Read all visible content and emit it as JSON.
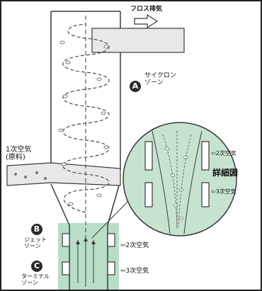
{
  "labels": {
    "flos_exhaust": "フロス排気",
    "zone_a_letter": "A",
    "cyclone_zone": "サイクロン\nゾーン",
    "primary_air": "1次空気\n(原料)",
    "zone_b_letter": "B",
    "jet_zone": "ジェット\nゾーン",
    "zone_c_letter": "C",
    "terminal_zone": "ターミナル\nゾーン",
    "secondary_air": "⇦2次空気",
    "tertiary_air": "⇦3次空気",
    "detail_secondary_air": "⇦2次空気",
    "detail_tertiary_air": "⇦3次空気",
    "detail_view": "詳細図"
  },
  "colors": {
    "zone_highlight": "#b9dec7",
    "detail_circle_fill": "#c6e3cf",
    "line": "#3a3a3a",
    "pipe_fill": "#e8e8e8"
  }
}
